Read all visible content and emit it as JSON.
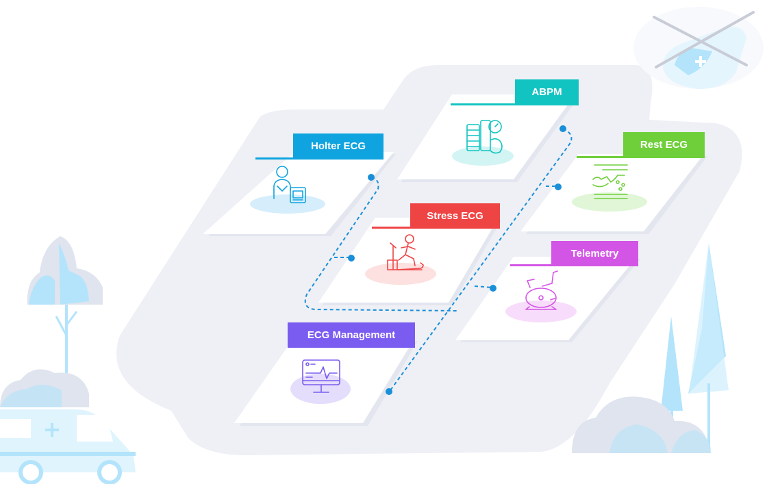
{
  "modules": [
    {
      "id": "holter",
      "label": "Holter ECG",
      "color": "#0fa3df",
      "icon": "patient-with-holter-monitor-icon"
    },
    {
      "id": "abpm",
      "label": "ABPM",
      "color": "#12c4c1",
      "icon": "blood-pressure-monitor-icon"
    },
    {
      "id": "rest",
      "label": "Rest ECG",
      "color": "#6fcf3b",
      "icon": "rest-ecg-recording-icon"
    },
    {
      "id": "stress",
      "label": "Stress ECG",
      "color": "#ef4444",
      "icon": "treadmill-runner-icon"
    },
    {
      "id": "telemetry",
      "label": "Telemetry",
      "color": "#d355e6",
      "icon": "exercise-bike-icon"
    },
    {
      "id": "management",
      "label": "ECG Management",
      "color": "#7b5cf0",
      "icon": "ecg-monitor-screen-icon"
    }
  ],
  "connector_color": "#1a8fd8",
  "scenery": [
    "ambulance-icon",
    "helicopter-icon",
    "tree-icon",
    "cloud-icon"
  ]
}
